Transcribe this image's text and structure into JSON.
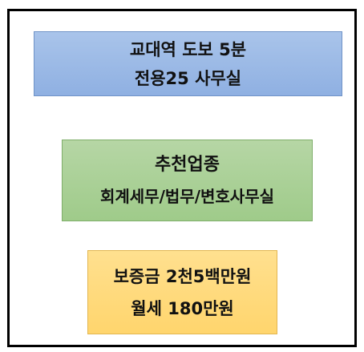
{
  "box_location": {
    "line1": "교대역 도보 5분",
    "line2": "전용25 사무실",
    "color": "#9dbbe7"
  },
  "box_business": {
    "line1": "추천업종",
    "line2": "회계세무/법무/변호사무실",
    "color": "#a9d097"
  },
  "box_price": {
    "line1": "보증금 2천5백만원",
    "line2": "월세 180만원",
    "color": "#ffd97a"
  }
}
